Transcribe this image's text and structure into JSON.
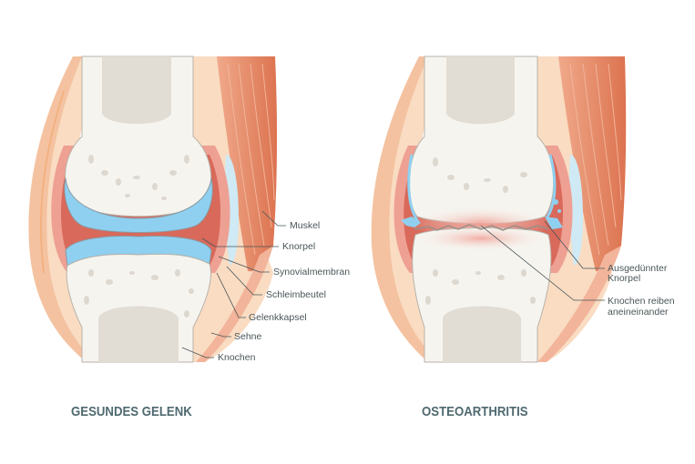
{
  "panels": [
    {
      "title": "GESUNDES GELENK",
      "labels": [
        "Muskel",
        "Knorpel",
        "Synovialmembran",
        "Schleimbeutel",
        "Gelenkkapsel",
        "Sehne",
        "Knochen"
      ]
    },
    {
      "title": "OSTEOARTHRITIS",
      "labels": [
        "Ausgedünnter Knorpel",
        "Knochen reiben aneineinander"
      ],
      "label_lines": [
        [
          "Ausgedünnter",
          "Knorpel"
        ],
        [
          "Knochen reiben",
          "aneineinander"
        ]
      ]
    }
  ],
  "colors": {
    "muscle": "#e0805c",
    "muscle_light": "#f2b49a",
    "skin": "#f7cfae",
    "skin_light": "#fbe3cc",
    "bone": "#f6f4ef",
    "marrow": "#e2ddd4",
    "cartilage": "#8fd0f0",
    "synovial": "#d9695a",
    "synovial_light": "#eea093",
    "bursa": "#cfeaf5",
    "title": "#4f6a70",
    "label": "#4a5558",
    "leader": "#4a5558"
  }
}
